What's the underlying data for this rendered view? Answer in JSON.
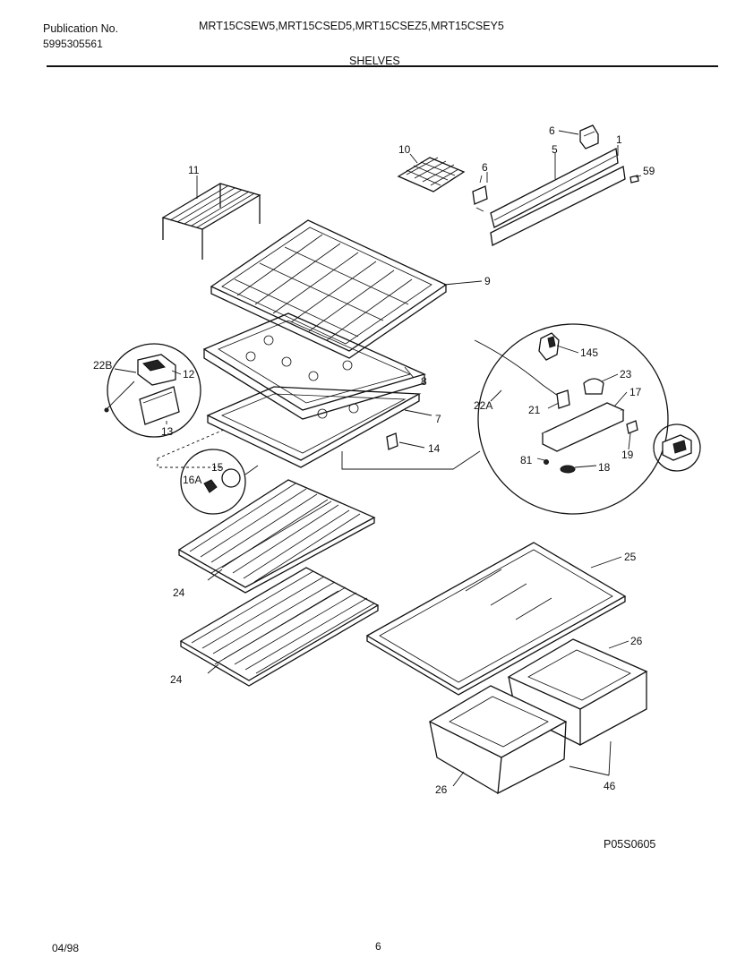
{
  "header": {
    "publication_label": "Publication No.",
    "publication_number": "5995305561",
    "models": "MRT15CSEW5,MRT15CSED5,MRT15CSEZ5,MRT15CSEY5",
    "section_title": "SHELVES"
  },
  "footer": {
    "drawing_code": "P05S0605",
    "date": "04/98",
    "page_number": "6"
  },
  "callouts": {
    "c11": "11",
    "c10": "10",
    "c6a": "6",
    "c6b": "6",
    "c5": "5",
    "c1": "1",
    "c59": "59",
    "c9": "9",
    "c22b": "22B",
    "c12": "12",
    "c8": "8",
    "c13": "13",
    "c7": "7",
    "c14": "14",
    "c145": "145",
    "c23": "23",
    "c17": "17",
    "c22a": "22A",
    "c21": "21",
    "c19": "19",
    "c81": "81",
    "c18": "18",
    "c15": "15",
    "c16a": "16A",
    "c25": "25",
    "c24a": "24",
    "c24b": "24",
    "c26a": "26",
    "c26b": "26",
    "c46": "46"
  }
}
